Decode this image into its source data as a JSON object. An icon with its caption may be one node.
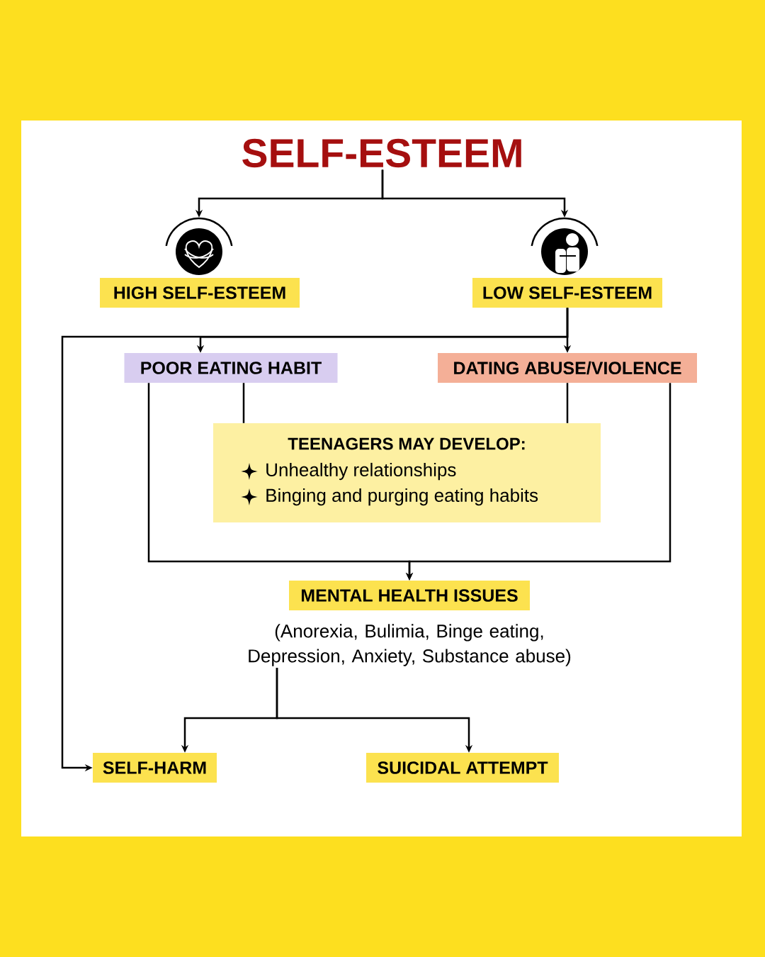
{
  "diagram": {
    "nodes": [
      {
        "text": [
          "SELF-ESTEEM"
        ]
      },
      {
        "text": [],
        "shape": "picture"
      },
      {
        "text": [],
        "shape": "picture"
      },
      {
        "text": [
          "HIGH SELF-ESTEEM"
        ]
      },
      {
        "text": [
          "LOW SELF-ESTEEM"
        ]
      },
      {
        "text": [
          "POOR EATING HABIT"
        ]
      },
      {
        "text": [
          "DATING ABUSE/VIOLENCE"
        ]
      },
      {
        "text": [
          "TEENAGERS MAY DEVELOP:",
          "Unhealthy relationships",
          "Binging and purging eating habits"
        ]
      },
      {
        "text": [
          "MENTAL HEALTH ISSUES"
        ],
        "beside": [
          "(Anorexia, Bulimia, Binge eating, Depression, Anxiety, Substance abuse)"
        ]
      },
      {
        "text": [
          "SELF-HARM"
        ]
      },
      {
        "text": [
          "SUICIDAL ATTEMPT"
        ]
      }
    ],
    "edges": [
      {
        "from": 0,
        "to": 1,
        "arrow": "to"
      },
      {
        "from": 0,
        "to": 2,
        "arrow": "to"
      },
      {
        "from": 4,
        "to": 9,
        "arrow": "to"
      },
      {
        "from": 4,
        "to": 5,
        "arrow": "to"
      },
      {
        "from": 4,
        "to": 6,
        "arrow": "to"
      },
      {
        "from": 5,
        "to": 7,
        "arrow": "none"
      },
      {
        "from": 6,
        "to": 7,
        "arrow": "none"
      },
      {
        "from": 5,
        "to": 8,
        "arrow": "to"
      },
      {
        "from": 6,
        "to": 8,
        "arrow": "to"
      },
      {
        "from": 8,
        "to": 9,
        "arrow": "to"
      },
      {
        "from": 8,
        "to": 10,
        "arrow": "to"
      }
    ]
  }
}
